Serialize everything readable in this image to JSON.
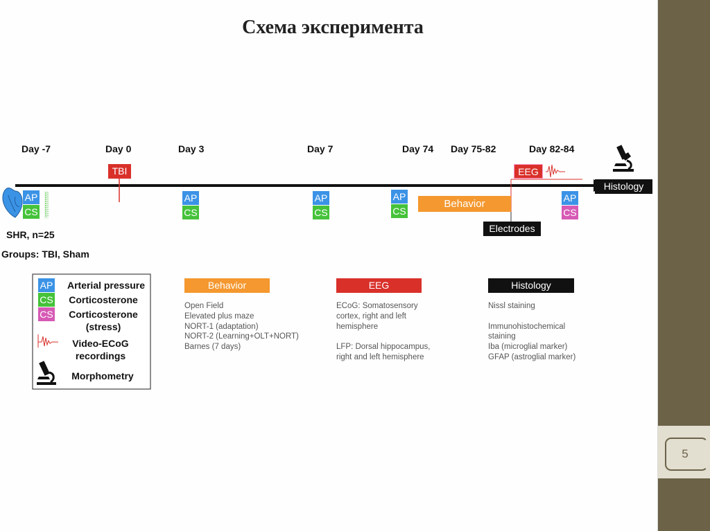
{
  "slide": {
    "title": "Схема эксперимента",
    "page_number": "5"
  },
  "timeline": {
    "days": [
      {
        "label": "Day -7"
      },
      {
        "label": "Day 0"
      },
      {
        "label": "Day 3"
      },
      {
        "label": "Day 7"
      },
      {
        "label": "Day 74"
      },
      {
        "label": "Day 75-82"
      },
      {
        "label": "Day 82-84"
      }
    ],
    "tbi_label": "TBI",
    "eeg_label": "EEG",
    "behavior_label": "Behavior",
    "electrodes_label": "Electrodes",
    "histology_label": "Histology",
    "ap": "AP",
    "cs": "CS",
    "animals": "SHR, n=25",
    "groups": "Groups: TBI, Sham"
  },
  "legend": {
    "ap_label": "Arterial pressure",
    "cs_label": "Corticosterone",
    "cs_stress_label": "Corticosterone\n(stress)",
    "ecog_label": "Video-ECoG\nrecordings",
    "morph_label": "Morphometry"
  },
  "details": {
    "behavior": {
      "header": "Behavior",
      "text": "Open Field\nElevated plus maze\nNORT-1 (adaptation)\nNORT-2 (Learning+OLT+NORT)\nBarnes (7 days)"
    },
    "eeg": {
      "header": "EEG",
      "text": "ECoG: Somatosensory\ncortex, right and left\nhemisphere\n\nLFP: Dorsal hippocampus,\nright and left hemisphere"
    },
    "histology": {
      "header": "Histology",
      "text": "Nissl staining\n\nImmunohistochemical\nstaining\nIba (microglial marker)\nGFAP (astroglial marker)"
    }
  },
  "colors": {
    "ap": "#3b93e6",
    "cs": "#45c23a",
    "cs_stress": "#d65ab5",
    "tbi": "#d9302a",
    "eeg": "#d9302a",
    "behavior": "#f4982f",
    "black_box": "#111111",
    "sidebar": "#6b6248"
  }
}
